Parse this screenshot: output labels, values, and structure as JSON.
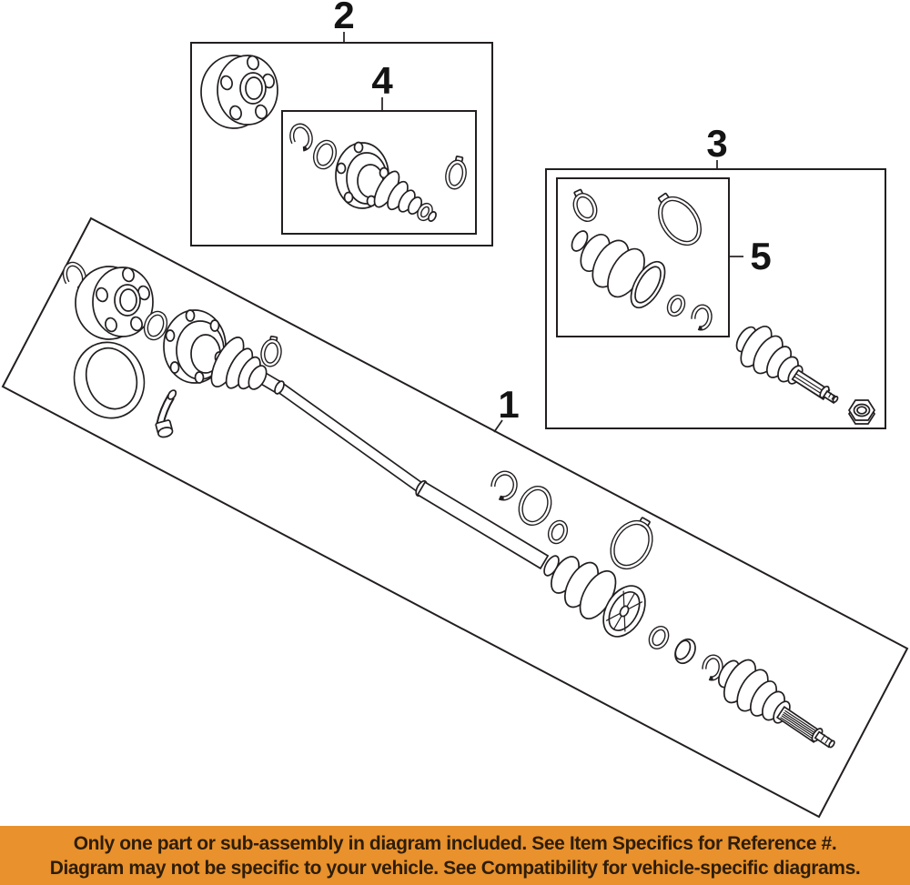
{
  "diagram": {
    "stroke_color": "#231f20",
    "labels": {
      "l1": "1",
      "l2": "2",
      "l3": "3",
      "l4": "4",
      "l5": "5"
    }
  },
  "banner": {
    "bg": "#e8912d",
    "fg": "#2e1d08",
    "line1": "Only one part or sub-assembly in diagram included. See Item Specifics for Reference #.",
    "line2": "Diagram may not be specific to your vehicle. See Compatibility for vehicle-specific diagrams."
  }
}
